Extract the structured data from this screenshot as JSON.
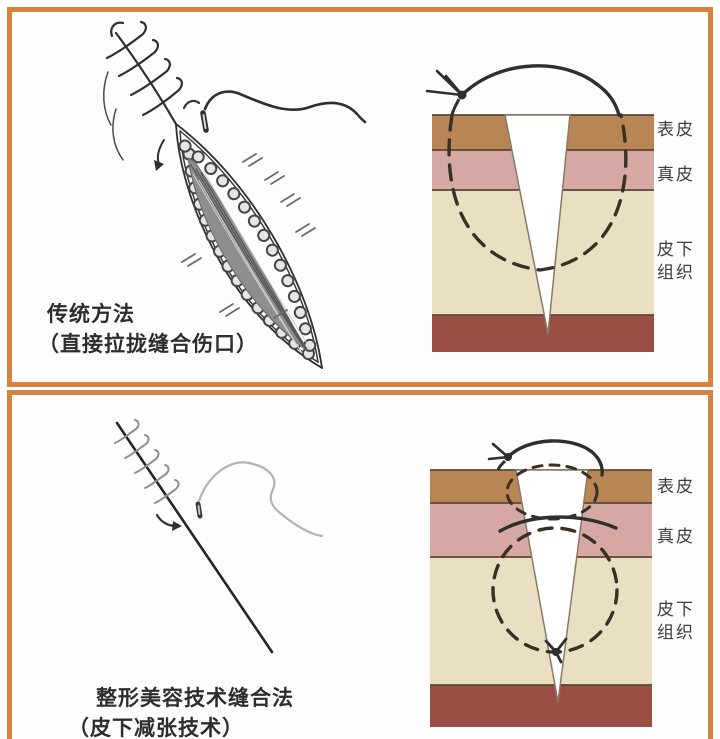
{
  "colors": {
    "frame_border": "#d9823f",
    "epidermis": "#b88654",
    "dermis": "#d6a8a4",
    "subcutaneous": "#eadfc3",
    "muscle": "#9b4f44",
    "suture_thread": "#2f2f2f",
    "wound_fill": "#ffffff"
  },
  "panels": [
    {
      "id": "traditional",
      "caption": {
        "line1": "传统方法",
        "line2": "（直接拉拢缝合伤口）"
      },
      "layer_labels": {
        "epidermis": "表皮",
        "dermis": "真皮",
        "subcutaneous": "皮下\n组织"
      }
    },
    {
      "id": "cosmetic",
      "caption": {
        "line1": "整形美容技术缝合法",
        "line2": "（皮下减张技术）"
      },
      "layer_labels": {
        "epidermis": "表皮",
        "dermis": "真皮",
        "subcutaneous": "皮下\n组织"
      }
    }
  ]
}
